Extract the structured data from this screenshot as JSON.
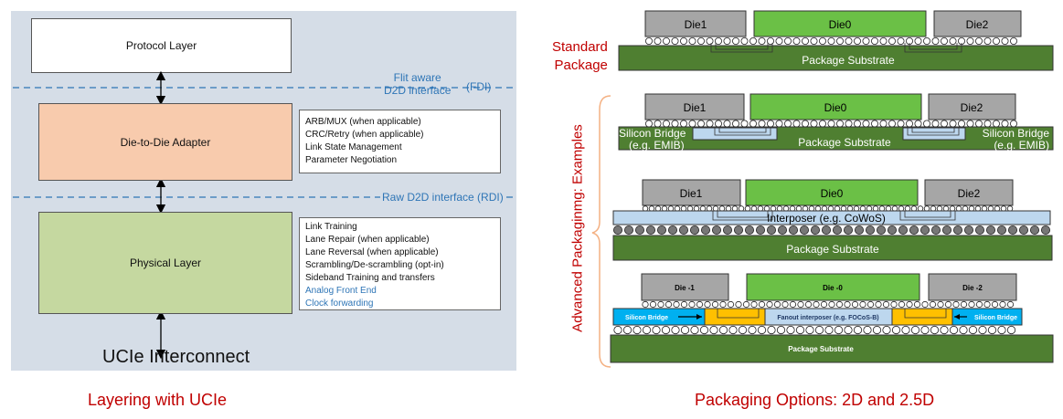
{
  "left": {
    "protocol_layer": "Protocol Layer",
    "fdi_label_line1": "Flit aware",
    "fdi_label_line2": "D2D interface",
    "fdi_abbr": "(FDI)",
    "adapter": "Die-to-Die Adapter",
    "adapter_items": [
      "ARB/MUX (when applicable)",
      "CRC/Retry (when applicable)",
      "Link State Management",
      "Parameter Negotiation"
    ],
    "rdi_label": "Raw D2D interface (RDI)",
    "physical": "Physical Layer",
    "physical_items": [
      "Link Training",
      "Lane Repair (when applicable)",
      "Lane Reversal (when applicable)",
      "Scrambling/De-scrambling (opt-in)",
      "Sideband Training and transfers"
    ],
    "physical_items_blue": [
      "Analog Front End",
      "Clock forwarding"
    ],
    "interconnect": "UCIe Interconnect",
    "caption": "Layering with UCIe"
  },
  "right": {
    "standard_line1": "Standard",
    "standard_line2": "Package",
    "advanced_label": "Advanced Packaginmg: Examples",
    "caption": "Packaging Options: 2D and 2.5D",
    "pkg1": {
      "die1": "Die1",
      "die0": "Die0",
      "die2": "Die2",
      "substrate": "Package Substrate"
    },
    "pkg2": {
      "die1": "Die1",
      "die0": "Die0",
      "die2": "Die2",
      "substrate": "Package Substrate",
      "bridge_left_line1": "Silicon Bridge",
      "bridge_left_line2": "(e.g. EMIB)",
      "bridge_right_line1": "Silicon Bridge",
      "bridge_right_line2": "(e.g. EMIB)"
    },
    "pkg3": {
      "die1": "Die1",
      "die0": "Die0",
      "die2": "Die2",
      "interposer": "Interposer (e.g. CoWoS)",
      "substrate": "Package Substrate"
    },
    "pkg4": {
      "die1": "Die -1",
      "die0": "Die -0",
      "die2": "Die -2",
      "bridge_left": "Silicon Bridge",
      "fanout": "Fanout interposer (e.g. FOCoS-B)",
      "bridge_right": "Silicon Bridge",
      "substrate": "Package Substrate"
    }
  },
  "colors": {
    "panel": "#d5dde7",
    "adapter": "#f8cbad",
    "physical": "#c5d8a0",
    "blue_text": "#2e75b6",
    "red_text": "#c00000",
    "die_gray": "#a6a6a6",
    "die_green": "#6bc046",
    "substrate": "#4f7f31",
    "interposer": "#bdd7ee",
    "bridge_cyan": "#00b0f0",
    "orange": "#ffc000"
  }
}
